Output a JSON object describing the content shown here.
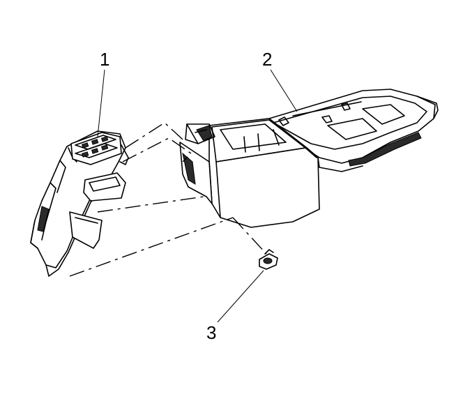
{
  "callouts": [
    {
      "id": "callout-1",
      "label": "1"
    },
    {
      "id": "callout-2",
      "label": "2"
    },
    {
      "id": "callout-3",
      "label": "3"
    }
  ],
  "colors": {
    "ink": "#000000",
    "background": "#ffffff"
  }
}
